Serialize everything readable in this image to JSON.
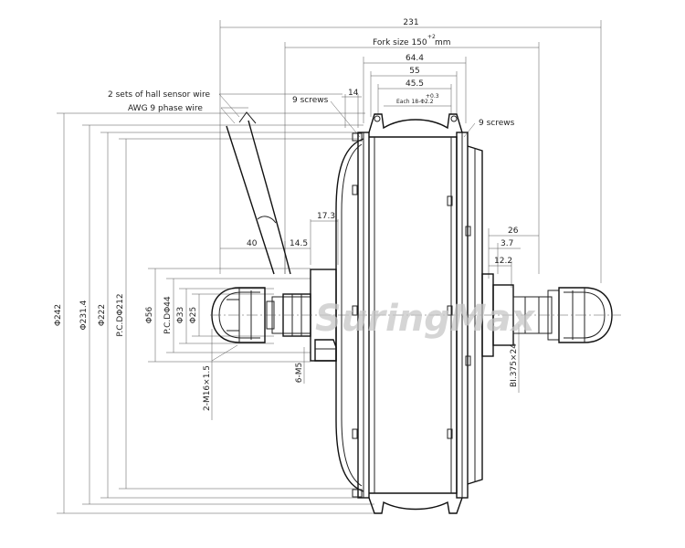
{
  "drawing": {
    "dimensions": {
      "overall_width": "231",
      "fork_size": "Fork size 150",
      "fork_size_tol": "+2",
      "fork_size_unit": "mm",
      "hub_64": "64.4",
      "hub_55": "55",
      "hub_45": "45.5",
      "each_label": "Each 18-Φ2.2",
      "each_tol": "+0.3",
      "dim_14": "14",
      "dim_17": "17.3",
      "dim_40": "40",
      "dim_14_5": "14.5",
      "dim_26": "26",
      "dim_3_7": "3.7",
      "dim_12_2": "12.2",
      "dia_242": "Φ242",
      "dia_231": "Φ231.4",
      "dia_222": "Φ222",
      "pcd_212": "P.C.DΦ212",
      "dia_56": "Φ56",
      "pcd_44": "P.C.DΦ44",
      "dia_33": "Φ33",
      "dia_25": "Φ25",
      "thread_m16": "2-M16×1.5",
      "thread_m5": "6-M5",
      "thread_bi": "BI.375×24"
    },
    "callouts": {
      "hall_sensor": "2 sets of hall sensor wire",
      "phase_wire": "AWG 9 phase wire",
      "screws_left": "9 screws",
      "screws_right": "9 screws"
    },
    "watermark": "SuringMax"
  }
}
